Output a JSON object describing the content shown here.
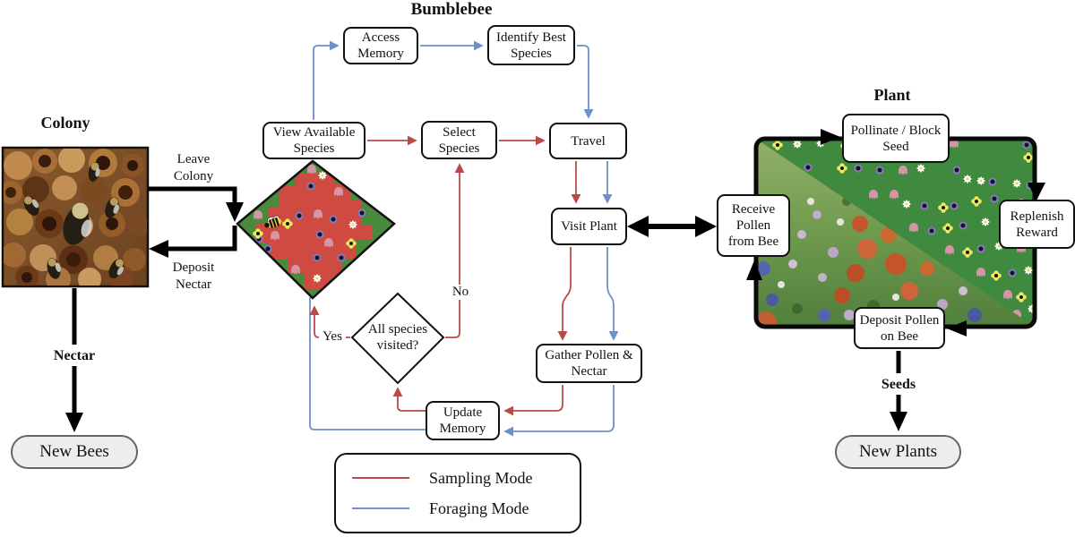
{
  "titles": {
    "colony": "Colony",
    "bumblebee": "Bumblebee",
    "plant": "Plant"
  },
  "flow": {
    "access_memory": "Access Memory",
    "identify_best_species": "Identify Best Species",
    "view_available_species": "View Available Species",
    "select_species": "Select Species",
    "travel": "Travel",
    "visit_plant": "Visit Plant",
    "gather_pollen_nectar": "Gather Pollen & Nectar",
    "update_memory": "Update Memory",
    "decision": "All species visited?",
    "yes": "Yes",
    "no": "No"
  },
  "colony": {
    "leave_colony": "Leave Colony",
    "deposit_nectar": "Deposit Nectar",
    "nectar": "Nectar",
    "new_bees": "New Bees"
  },
  "plant": {
    "pollinate_block_seed": "Pollinate / Block Seed",
    "replenish_reward": "Replenish Reward",
    "receive_pollen_from_bee": "Receive Pollen from Bee",
    "deposit_pollen_on_bee": "Deposit Pollen on Bee",
    "seeds": "Seeds",
    "new_plants": "New Plants"
  },
  "legend": {
    "sampling_mode": "Sampling Mode",
    "foraging_mode": "Foraging Mode"
  },
  "colors": {
    "sampling_mode": "#b94a48",
    "foraging_mode": "#6f8fc8"
  }
}
